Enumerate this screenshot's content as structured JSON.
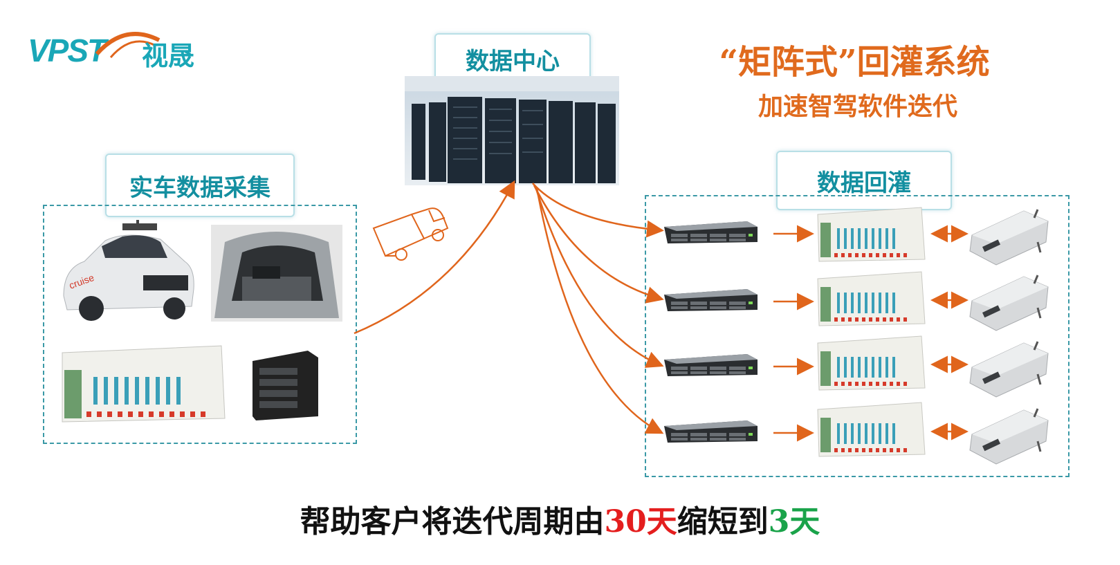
{
  "logo": {
    "brand": "VPST",
    "name_cn": "视晟"
  },
  "title": {
    "line1": "“矩阵式”回灌系统",
    "line2": "加速智驾软件迭代"
  },
  "labels": {
    "data_center": "数据中心",
    "collection": "实车数据采集",
    "replay": "数据回灌"
  },
  "footer": {
    "part1": "帮助客户将迭代周期由",
    "part2": "30天",
    "part3": "缩短到",
    "part4": "3天"
  },
  "colors": {
    "accent_teal": "#138fa0",
    "arrow_orange": "#e0651c",
    "title_orange": "#e06a1d",
    "highlight_red": "#e41e1e",
    "highlight_green": "#1aa34a"
  },
  "icons": [
    "truck-icon",
    "server-rack-icon",
    "hil-chassis-icon",
    "ecu-box-icon",
    "car-image",
    "drive-enclosure-icon"
  ]
}
